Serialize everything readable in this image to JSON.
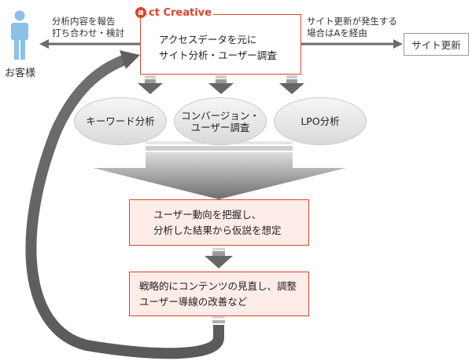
{
  "customer": {
    "label": "お客様"
  },
  "left_note": {
    "line1": "分析内容を報告",
    "line2": "打ち合わせ・検討"
  },
  "right_note": {
    "line1": "サイト更新が発生する",
    "line2": "場合はAを経由"
  },
  "site_update": {
    "label": "サイト更新"
  },
  "logo": {
    "mark": "a",
    "word": "ct Creative"
  },
  "main_box": {
    "line1": "アクセスデータを元に",
    "line2": "サイト分析・ユーザー調査"
  },
  "ellipses": [
    {
      "line1": "キーワード分析",
      "line2": ""
    },
    {
      "line1": "コンバージョン・",
      "line2": "ユーザー調査"
    },
    {
      "line1": "LPO分析",
      "line2": ""
    }
  ],
  "box2": {
    "line1": "ユーザー動向を把握し、",
    "line2": "分析した結果から仮説を想定"
  },
  "box3": {
    "line1": "戦略的にコンテンツの見直し、調整",
    "line2": "ユーザー導線の改善など"
  },
  "colors": {
    "accent": "#d9452a",
    "arrow": "#6b6b6b",
    "person": "#8cc0e8"
  }
}
